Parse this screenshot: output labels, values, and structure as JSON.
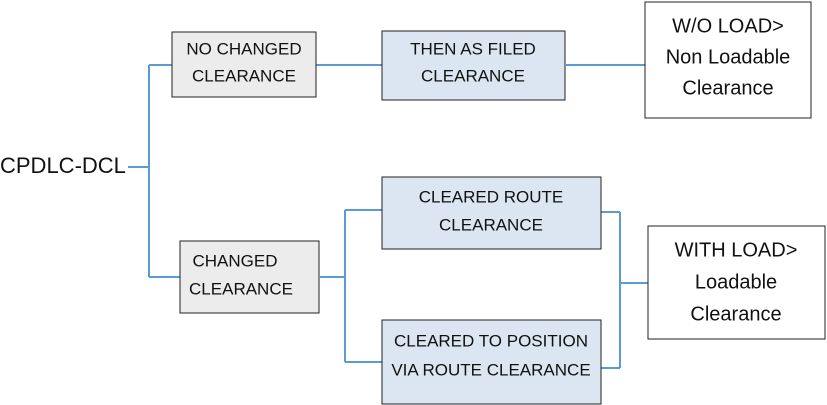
{
  "diagram": {
    "root": "CPDLC-DCL",
    "nodes": {
      "no_changed": [
        "NO CHANGED",
        "CLEARANCE"
      ],
      "then_as_filed": [
        "THEN AS FILED",
        "CLEARANCE"
      ],
      "wo_load": [
        "W/O LOAD>",
        "Non Loadable",
        "Clearance"
      ],
      "changed": [
        "CHANGED",
        "CLEARANCE"
      ],
      "cleared_route": [
        "CLEARED ROUTE",
        "CLEARANCE"
      ],
      "cleared_to_position": [
        "CLEARED TO POSITION",
        "VIA ROUTE CLEARANCE"
      ],
      "with_load": [
        "WITH LOAD>",
        "Loadable",
        "Clearance"
      ]
    },
    "colors": {
      "connector": "#5b9bd5",
      "box_gray": "#ececec",
      "box_blue": "#dce6f2",
      "box_white": "#ffffff",
      "border": "#222222"
    }
  }
}
